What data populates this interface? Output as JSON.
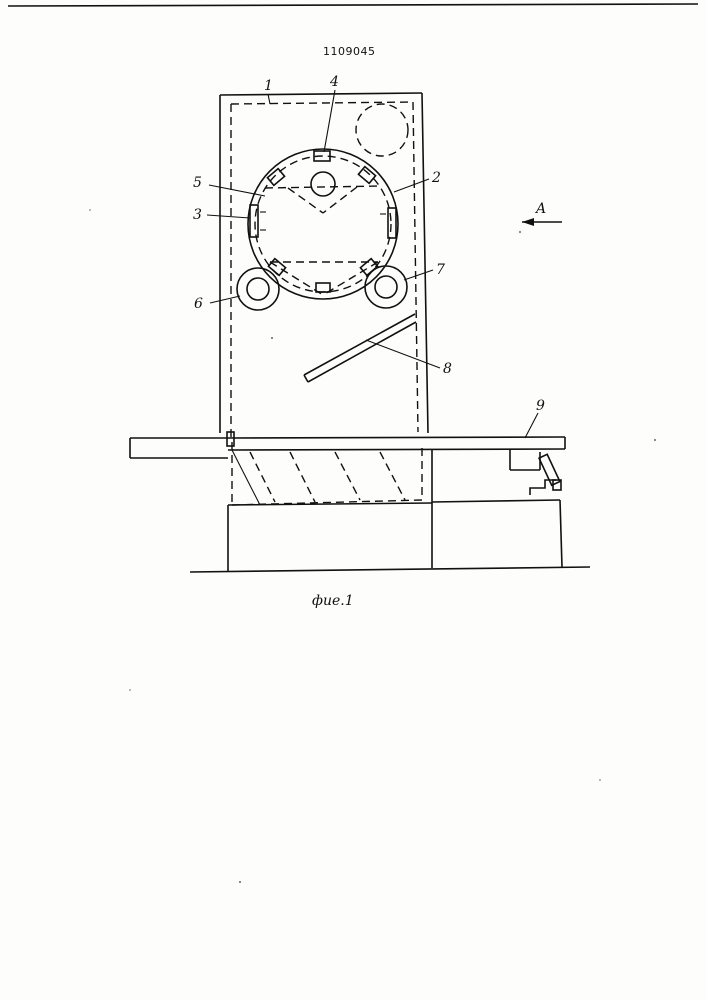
{
  "document": {
    "patent_number": "1109045",
    "figure_caption": "фие.1",
    "view_marker": "A"
  },
  "callouts": [
    "1",
    "2",
    "3",
    "4",
    "5",
    "6",
    "7",
    "8",
    "9"
  ]
}
